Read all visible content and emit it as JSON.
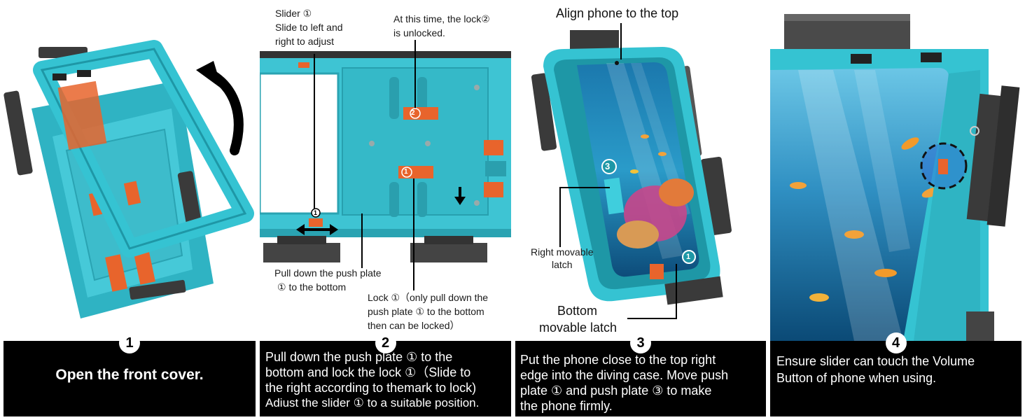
{
  "panels": [
    {
      "step": "1",
      "caption": "Open the front cover."
    },
    {
      "step": "2",
      "slider_title": "Slider ①",
      "slider_desc_1": "Slide to left and",
      "slider_desc_2": "right to adjust",
      "lock_note_1": "At this time, the lock②",
      "lock_note_2": "is unlocked.",
      "push_note_1": "Pull down the push plate",
      "push_note_2": "① to the bottom",
      "lock1_note_1": "Lock ①（only pull down the",
      "lock1_note_2": "push plate ① to the bottom",
      "lock1_note_3": "then can be locked）",
      "marker_1": "1",
      "marker_2": "2",
      "marker_slider": "1",
      "caption_lines": [
        "Pull down the push plate ① to the",
        "bottom and lock the lock ①（Slide to",
        "the right according to themark to lock)",
        "Adiust the slider ① to a suitable position."
      ]
    },
    {
      "step": "3",
      "align_note": "Align phone to the top",
      "right_latch_1": "Right movable",
      "right_latch_2": "latch",
      "bottom_latch_1": "Bottom",
      "bottom_latch_2": "movable latch",
      "marker_3": "3",
      "marker_1": "1",
      "caption_lines": [
        "Put the phone close to the top right",
        "edge into the diving case. Move push",
        "plate ① and push plate ③ to make",
        "the phone firmly."
      ]
    },
    {
      "step": "4",
      "caption_lines": [
        "Ensure slider can touch the Volume",
        "Button of phone when using."
      ]
    }
  ],
  "colors": {
    "case_teal": "#35c3d2",
    "case_dark_teal": "#1e97a6",
    "accent_orange": "#e8642c",
    "clip_gray": "#3a3a3a",
    "ocean_deep": "#0d5a8a",
    "ocean_light": "#7fd3f0"
  }
}
